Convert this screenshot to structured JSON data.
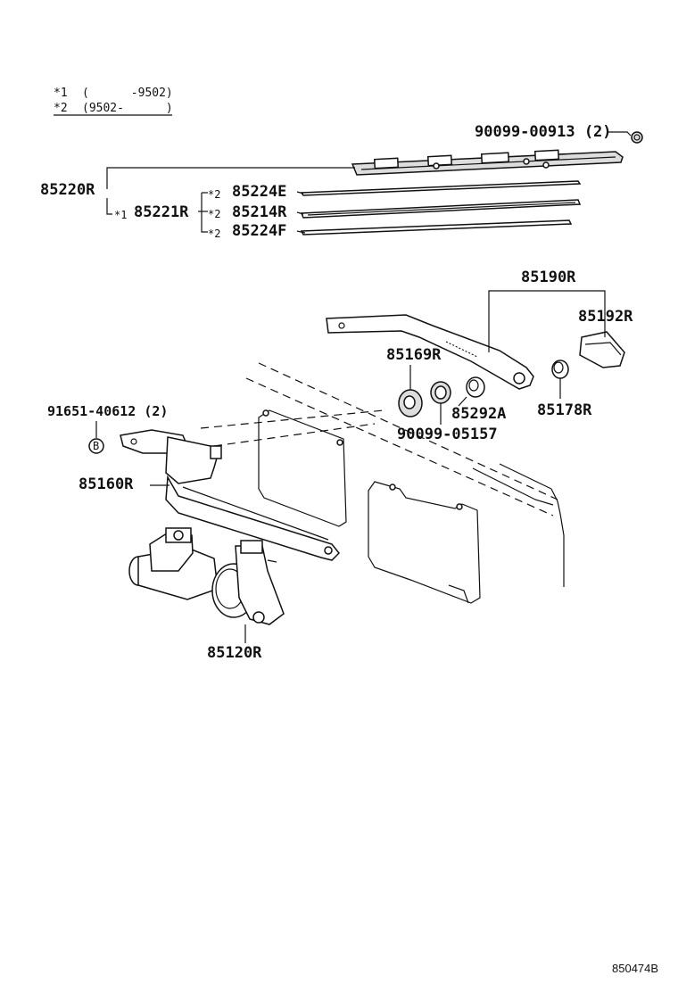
{
  "legend": {
    "row1_mark": "*1",
    "row1_range": "(      -9502)",
    "row2_mark": "*2",
    "row2_range": "(9502-      )"
  },
  "parts": {
    "blade_assy": "85220R",
    "blade_sub": "85221R",
    "rubber_e": "85224E",
    "rubber_r": "85214R",
    "rubber_f": "85224F",
    "screw_top": "90099-00913 (2)",
    "arm_assy": "85190R",
    "arm_cover": "85192R",
    "grommet": "85169R",
    "nut_a": "85292A",
    "cap": "85178R",
    "washer": "90099-05157",
    "bolt": "91651-40612 (2)",
    "link": "85160R",
    "motor": "85120R"
  },
  "markers": {
    "star1": "*1",
    "star2": "*2",
    "bolt_symbol": "B"
  },
  "diagram_code": "850474B"
}
